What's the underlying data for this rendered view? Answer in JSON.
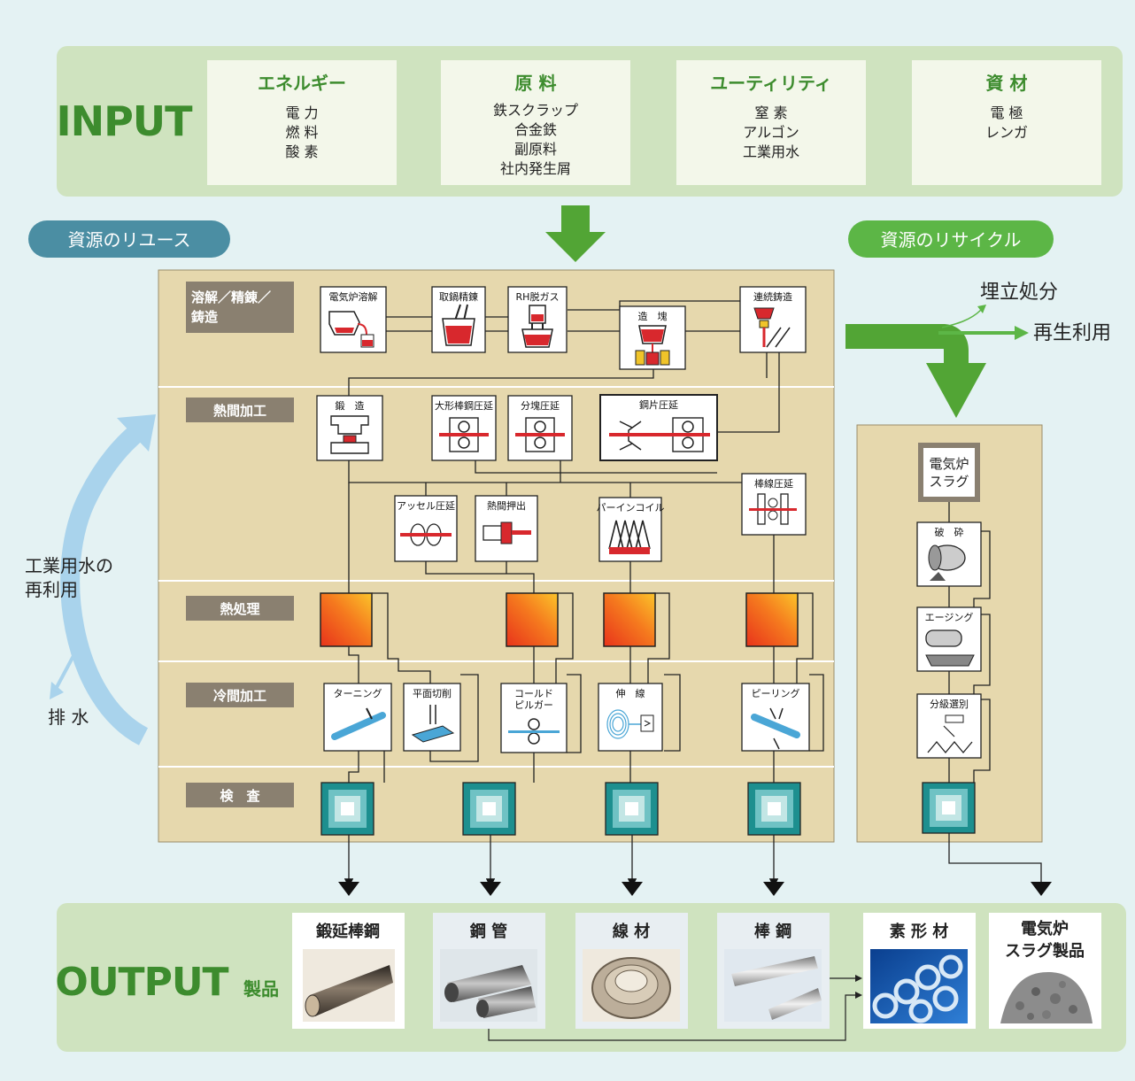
{
  "input": {
    "heading": "INPUT",
    "categories": [
      {
        "title": "エネルギー",
        "items": [
          "電 力",
          "燃 料",
          "酸 素"
        ]
      },
      {
        "title": "原 料",
        "items": [
          "鉄スクラップ",
          "合金鉄",
          "副原料",
          "社内発生屑"
        ]
      },
      {
        "title": "ユーティリティ",
        "items": [
          "窒 素",
          "アルゴン",
          "工業用水"
        ]
      },
      {
        "title": "資 材",
        "items": [
          "電 極",
          "レンガ"
        ]
      }
    ]
  },
  "badges": {
    "reuse": "資源のリユース",
    "recycle": "資源のリサイクル"
  },
  "sides": {
    "water_reuse": [
      "工業用水の",
      "再利用"
    ],
    "drain": "排 水",
    "landfill": "埋立処分",
    "regeneration": "再生利用"
  },
  "stages": [
    {
      "label": [
        "溶解／精錬／",
        "鋳造"
      ]
    },
    {
      "label": [
        "熱間加工"
      ]
    },
    {
      "label": [
        "熱処理"
      ]
    },
    {
      "label": [
        "冷間加工"
      ]
    },
    {
      "label": [
        "検　査"
      ]
    }
  ],
  "processes": {
    "eaf": "電気炉溶解",
    "ladle": "取鍋精錬",
    "rh": "RH脱ガス",
    "ingot": "造　塊",
    "ccm": "連続鋳造",
    "forging": "鍛　造",
    "large_bar": "大形棒鋼圧延",
    "bloom": "分塊圧延",
    "billet": "鋼片圧延",
    "bar_wire": "棒線圧延",
    "assel": "アッセル圧延",
    "extrusion": "熱間押出",
    "garret": "パーインコイル",
    "turning": "ターニング",
    "grinding": "平面切削",
    "pilger": [
      "コールド",
      "ピルガー"
    ],
    "drawing": "伸　線",
    "peeling": "ピーリング"
  },
  "slag": {
    "source": [
      "電気炉",
      "スラグ"
    ],
    "crush": "破　砕",
    "aging": "エージング",
    "sort": "分級選別"
  },
  "output": {
    "heading": "OUTPUT",
    "sub": "製品",
    "products": [
      {
        "name": [
          "鍛延棒鋼"
        ]
      },
      {
        "name": [
          "鋼 管"
        ]
      },
      {
        "name": [
          "線 材"
        ]
      },
      {
        "name": [
          "棒 鋼"
        ]
      },
      {
        "name": [
          "素 形 材"
        ]
      },
      {
        "name": [
          "電気炉",
          "スラグ製品"
        ]
      }
    ]
  },
  "colors": {
    "background": "#e4f2f3",
    "panel_green": "#cfe3bf",
    "green_text": "#3d8c2e",
    "arrow_green": "#52a535",
    "tan": "#e6d8ad",
    "stage_gray": "#8a8070",
    "reuse_badge": "#4b8ea3",
    "recycle_badge": "#5cb646",
    "water_arc": "#a9d3ec"
  }
}
